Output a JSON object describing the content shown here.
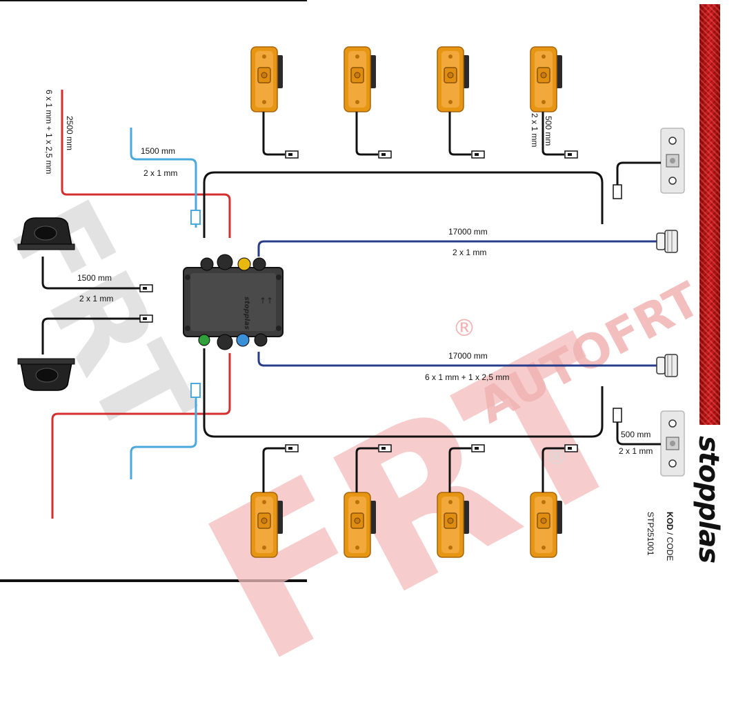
{
  "watermark": {
    "big_text": "FRT",
    "side_text": "AUTOFRT",
    "registered_mark": "®"
  },
  "brand": {
    "logo_text": "stopplas",
    "code_label_bold": "KOD",
    "code_label_rest": " / CODE",
    "code_value": "STP251001"
  },
  "colors": {
    "red_wire": "#d42e2e",
    "light_blue_wire": "#4aa8dc",
    "navy_wire": "#283c8c",
    "black_wire": "#111111",
    "amber_lamp": "#f0a01e",
    "reflector_red": "#c81e1e",
    "watermark_red": "#f2b4b4",
    "watermark_gray": "#d2d2d2"
  },
  "labels": {
    "red_top_length": "2500 mm",
    "red_top_spec": "6 x 1 mm + 1 x 2,5 mm",
    "blue_top_length": "1500 mm",
    "blue_top_spec": "2 x 1 mm",
    "plate_left_length": "1500 mm",
    "plate_left_spec": "2 x 1 mm",
    "navy_top_length": "17000 mm",
    "navy_top_spec": "2 x 1 mm",
    "navy_bottom_length": "17000 mm",
    "navy_bottom_spec": "6 x 1 mm + 1 x 2,5 mm",
    "marker_top_length": "500 mm",
    "marker_top_spec": "2 x 1 mm",
    "marker_bottom_length": "500 mm",
    "marker_bottom_spec": "2 x 1 mm"
  },
  "junction_box": {
    "logo": "stopplas",
    "arrows": "↑↑"
  }
}
